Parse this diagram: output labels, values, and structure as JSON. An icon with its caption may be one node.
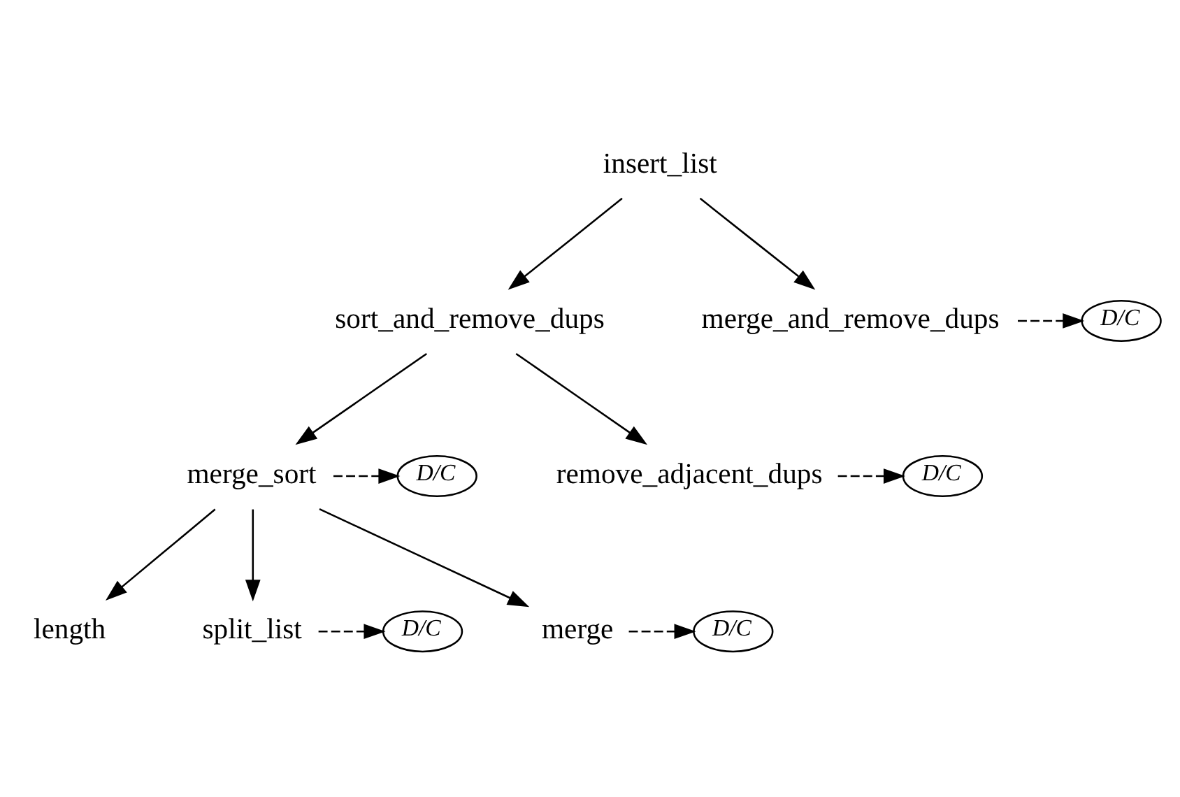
{
  "diagram": {
    "nodes": [
      {
        "text": [
          "insert_list"
        ]
      },
      {
        "text": [
          "sort_and_remove_dups"
        ]
      },
      {
        "text": [
          "merge_and_remove_dups"
        ]
      },
      {
        "text": [
          "merge_sort"
        ]
      },
      {
        "text": [
          "remove_adjacent_dups"
        ]
      },
      {
        "text": [
          "length"
        ]
      },
      {
        "text": [
          "split_list"
        ]
      },
      {
        "text": [
          "merge"
        ]
      },
      {
        "text": [
          "D/C"
        ]
      },
      {
        "text": [
          "D/C"
        ]
      },
      {
        "text": [
          "D/C"
        ]
      },
      {
        "text": [
          "D/C"
        ]
      },
      {
        "text": [
          "D/C"
        ]
      }
    ],
    "edges": [
      {
        "from": 0,
        "to": 1,
        "arrow": "to"
      },
      {
        "from": 0,
        "to": 2,
        "arrow": "to"
      },
      {
        "from": 1,
        "to": 3,
        "arrow": "to"
      },
      {
        "from": 1,
        "to": 4,
        "arrow": "to"
      },
      {
        "from": 3,
        "to": 5,
        "arrow": "to"
      },
      {
        "from": 3,
        "to": 6,
        "arrow": "to"
      },
      {
        "from": 3,
        "to": 7,
        "arrow": "to"
      },
      {
        "from": 2,
        "to": 8,
        "arrow": "to",
        "style": "dashed"
      },
      {
        "from": 3,
        "to": 9,
        "arrow": "to",
        "style": "dashed"
      },
      {
        "from": 4,
        "to": 10,
        "arrow": "to",
        "style": "dashed"
      },
      {
        "from": 6,
        "to": 11,
        "arrow": "to",
        "style": "dashed"
      },
      {
        "from": 7,
        "to": 12,
        "arrow": "to",
        "style": "dashed"
      }
    ]
  }
}
